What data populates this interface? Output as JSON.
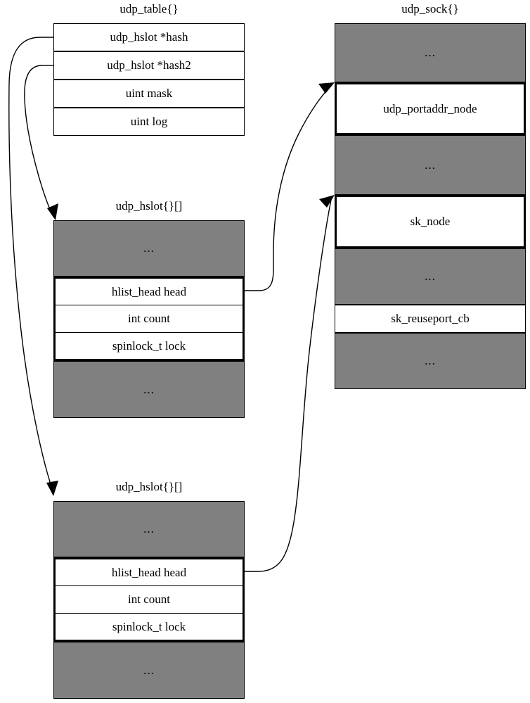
{
  "diagram": {
    "title_udp_table": "udp_table{}",
    "title_udp_sock": "udp_sock{}",
    "title_hslot_1": "udp_hslot{}[]",
    "title_hslot_2": "udp_hslot{}[]",
    "ellipsis": "...",
    "colors": {
      "gray_fill": "#808080",
      "white_fill": "#ffffff",
      "stroke": "#000000"
    }
  },
  "udp_table": {
    "name": "udp_table{}",
    "fields": [
      {
        "label": "udp_hslot *hash"
      },
      {
        "label": "udp_hslot *hash2"
      },
      {
        "label": "uint mask"
      },
      {
        "label": "uint log"
      }
    ]
  },
  "udp_hslot_1": {
    "name": "udp_hslot{}[]",
    "top_ellipsis": "...",
    "bottom_ellipsis": "...",
    "fields": [
      {
        "label": "hlist_head head"
      },
      {
        "label": "int count"
      },
      {
        "label": "spinlock_t lock"
      }
    ]
  },
  "udp_hslot_2": {
    "name": "udp_hslot{}[]",
    "top_ellipsis": "...",
    "bottom_ellipsis": "...",
    "fields": [
      {
        "label": "hlist_head head"
      },
      {
        "label": "int count"
      },
      {
        "label": "spinlock_t lock"
      }
    ]
  },
  "udp_sock": {
    "name": "udp_sock{}",
    "rows": [
      {
        "label": "...",
        "fill": "gray",
        "highlight": false
      },
      {
        "label": "udp_portaddr_node",
        "fill": "white",
        "highlight": true
      },
      {
        "label": "...",
        "fill": "gray",
        "highlight": false
      },
      {
        "label": "sk_node",
        "fill": "white",
        "highlight": true
      },
      {
        "label": "...",
        "fill": "gray",
        "highlight": false
      },
      {
        "label": "sk_reuseport_cb",
        "fill": "white",
        "highlight": false
      },
      {
        "label": "...",
        "fill": "gray",
        "highlight": false
      }
    ]
  },
  "links": [
    {
      "from": "udp_table.hash",
      "to": "udp_hslot_2"
    },
    {
      "from": "udp_table.hash2",
      "to": "udp_hslot_1"
    },
    {
      "from": "udp_hslot_1.hlist_head_head",
      "to": "udp_sock.udp_portaddr_node"
    },
    {
      "from": "udp_hslot_2.hlist_head_head",
      "to": "udp_sock.sk_node"
    }
  ]
}
